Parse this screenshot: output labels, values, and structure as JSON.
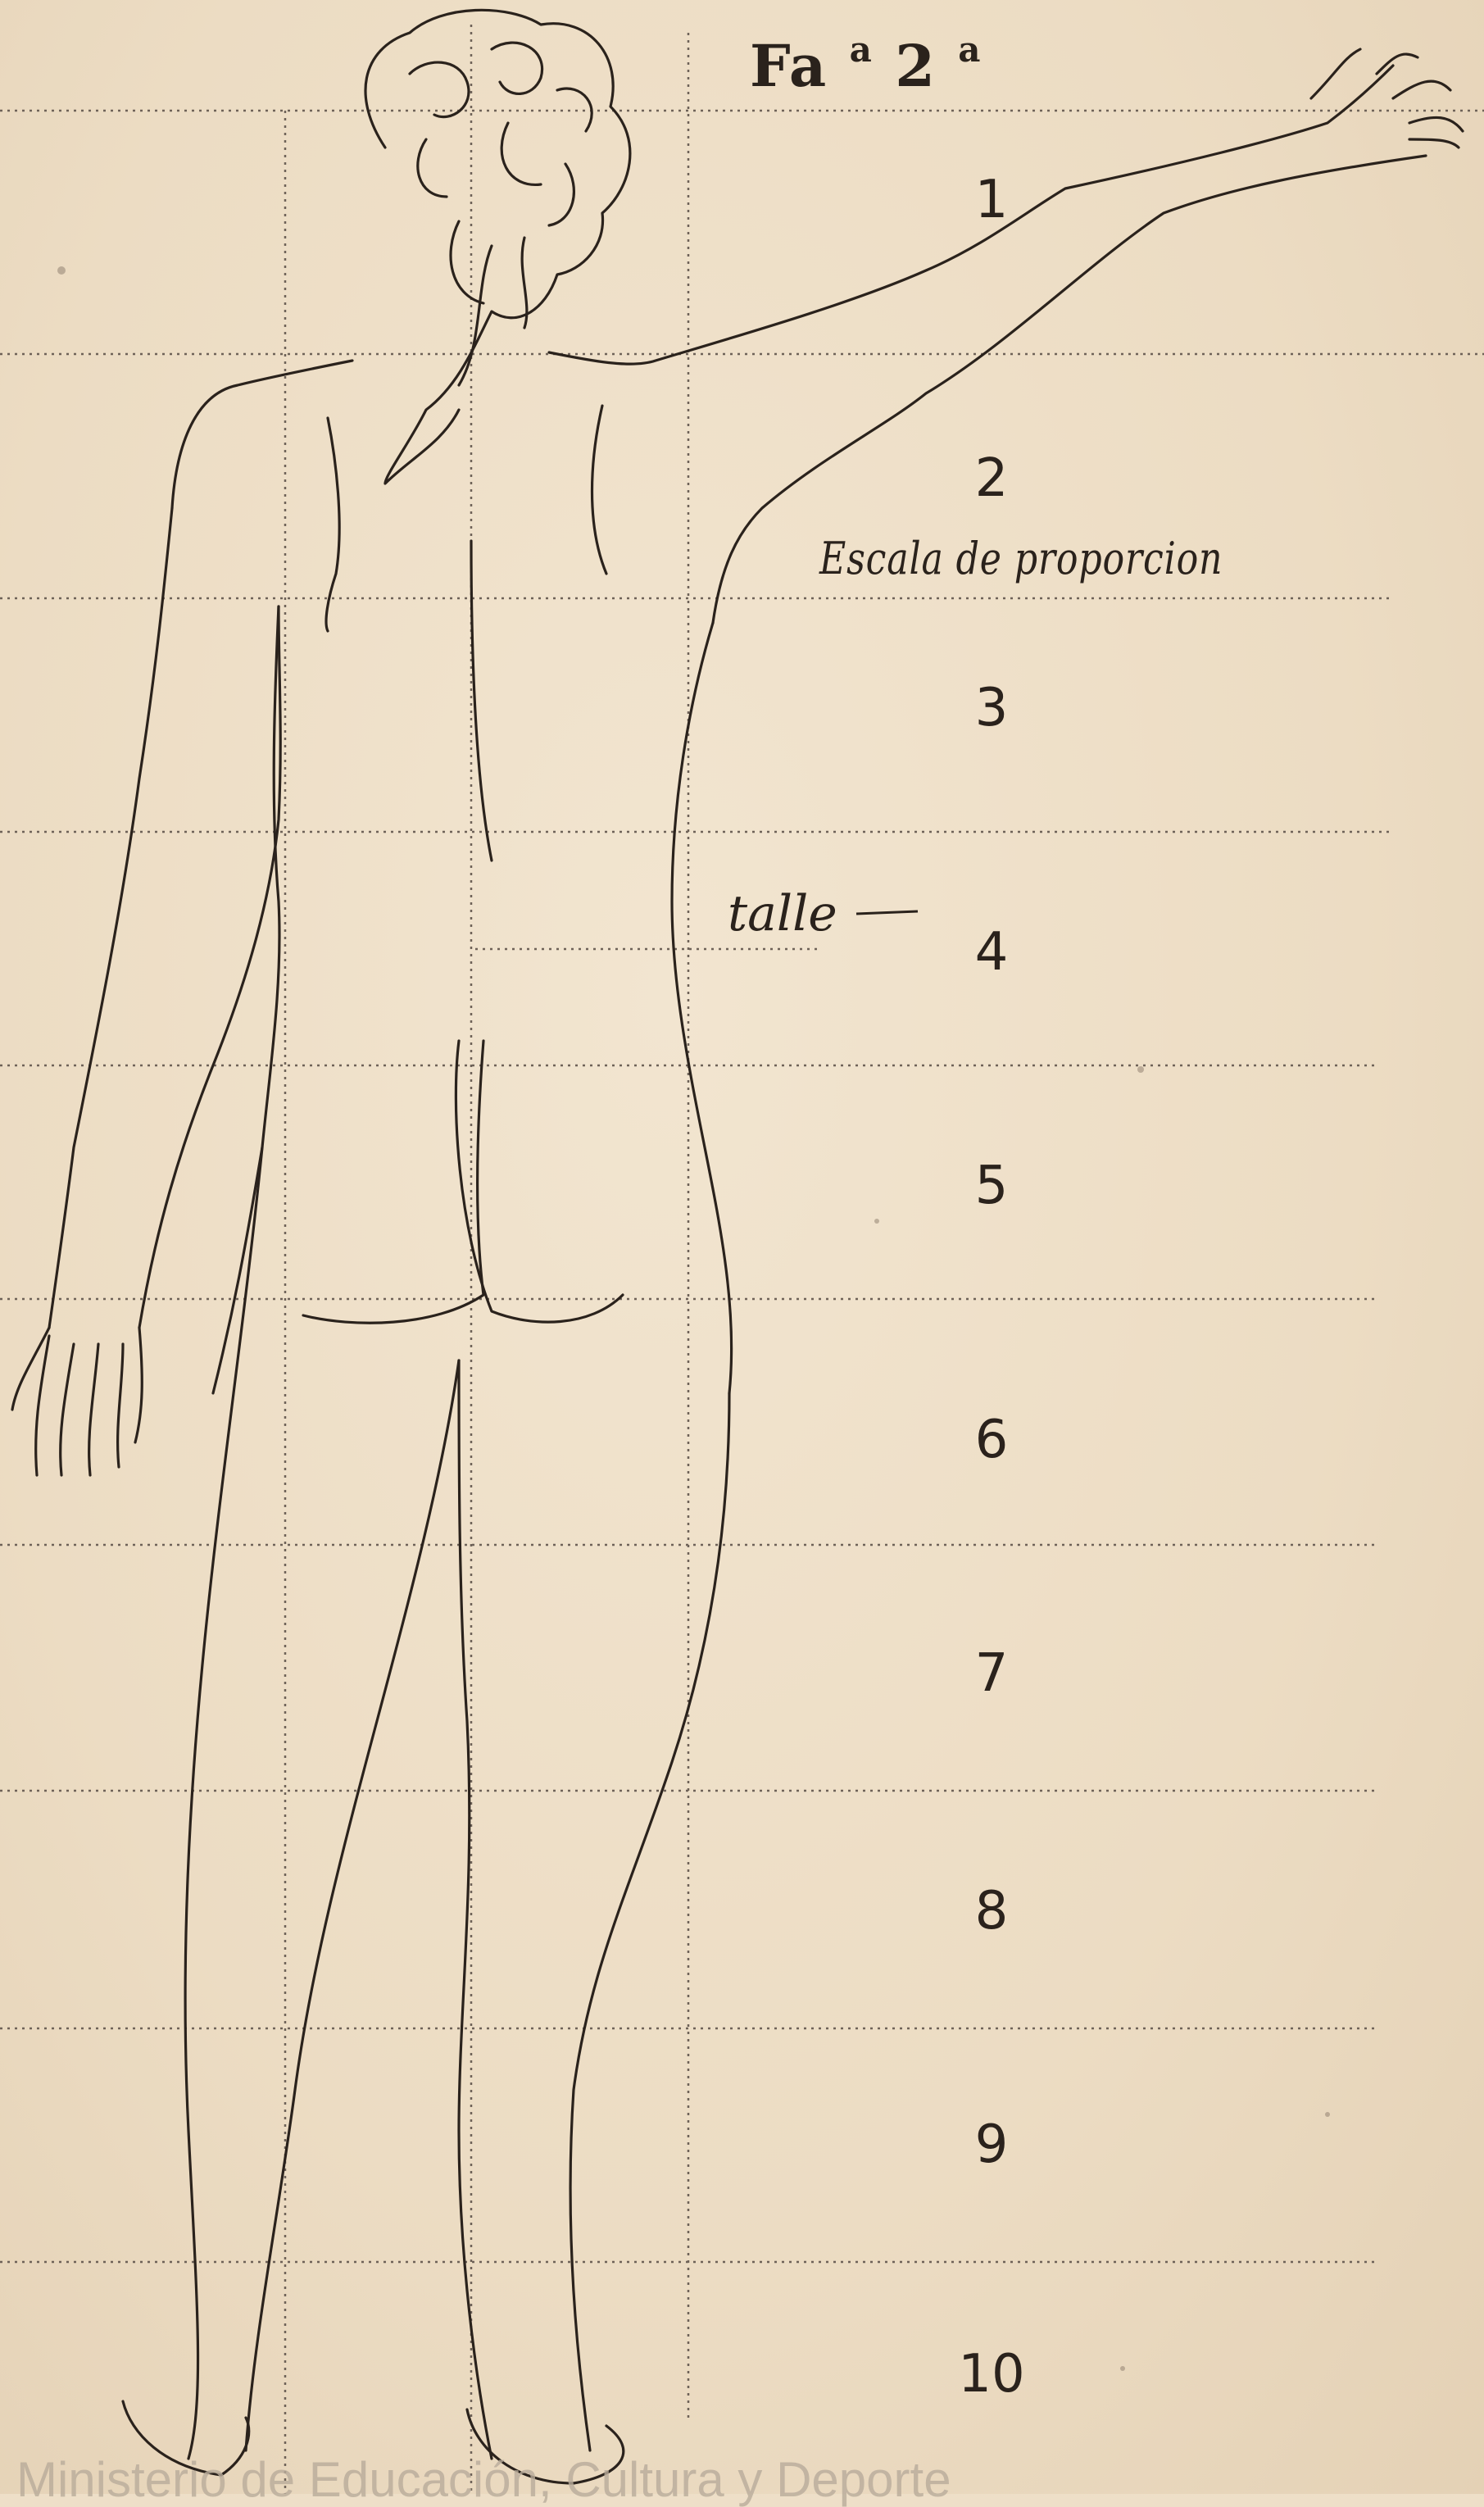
{
  "plate": {
    "title_main": "Fa",
    "title_sup_1": "a",
    "title_num": "2",
    "title_sup_2": "a",
    "scale_label": "Escala de proporcion",
    "waist_label": "talle"
  },
  "scale_numbers": [
    "1",
    "2",
    "3",
    "4",
    "5",
    "6",
    "7",
    "8",
    "9",
    "10"
  ],
  "watermark": "Ministerio de Educación, Cultura y Deporte",
  "colors": {
    "paper": "#eedfc8",
    "ink": "#2a221c",
    "grid": "#6e6258"
  }
}
